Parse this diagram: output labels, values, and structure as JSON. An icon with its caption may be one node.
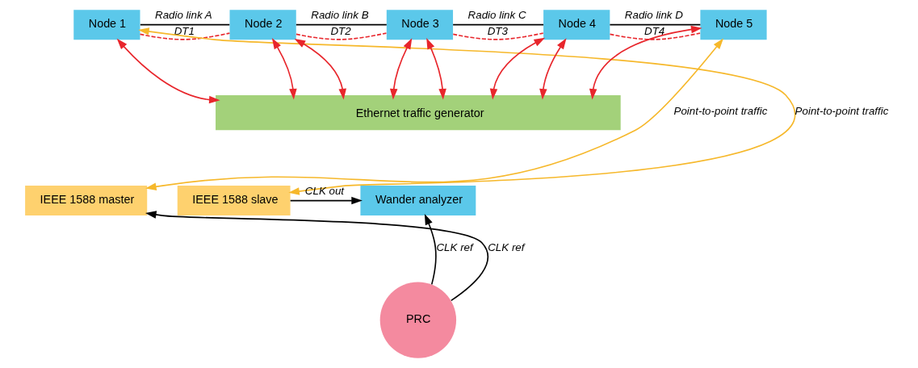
{
  "diagram": {
    "nodes": [
      {
        "text": [
          "Node 1"
        ]
      },
      {
        "text": [
          "Node 2"
        ]
      },
      {
        "text": [
          "Node 3"
        ]
      },
      {
        "text": [
          "Node 4"
        ]
      },
      {
        "text": [
          "Node 5"
        ]
      },
      {
        "text": [
          "Ethernet traffic generator"
        ]
      },
      {
        "text": [
          "IEEE 1588 slave"
        ]
      },
      {
        "text": [
          "Wander analyzer"
        ]
      },
      {
        "text": [
          "IEEE 1588 master"
        ]
      },
      {
        "text": [
          "PRC"
        ]
      }
    ],
    "edges": [
      {
        "from": 0,
        "to": 1,
        "arrow": "none",
        "label": "Radio link A",
        "color": "#000000"
      },
      {
        "from": 1,
        "to": 2,
        "arrow": "none",
        "label": "Radio link B",
        "color": "#000000"
      },
      {
        "from": 2,
        "to": 3,
        "arrow": "none",
        "label": "Radio link C",
        "color": "#000000"
      },
      {
        "from": 3,
        "to": 4,
        "arrow": "none",
        "label": "Radio link D",
        "color": "#000000"
      },
      {
        "from": 0,
        "to": 1,
        "arrow": "none",
        "label": "DT1",
        "style": "dashed"
      },
      {
        "from": 1,
        "to": 2,
        "arrow": "none",
        "label": "DT2",
        "style": "dashed"
      },
      {
        "from": 2,
        "to": 3,
        "arrow": "none",
        "label": "DT3",
        "style": "dashed"
      },
      {
        "from": 3,
        "to": 4,
        "arrow": "none",
        "label": "DT4",
        "style": "dashed"
      },
      {
        "from": 0,
        "to": 5,
        "arrow": "both"
      },
      {
        "from": 1,
        "to": 5,
        "arrow": "both"
      },
      {
        "from": 1,
        "to": 5,
        "arrow": "both"
      },
      {
        "from": 2,
        "to": 5,
        "arrow": "both"
      },
      {
        "from": 2,
        "to": 5,
        "arrow": "both"
      },
      {
        "from": 3,
        "to": 5,
        "arrow": "both"
      },
      {
        "from": 3,
        "to": 5,
        "arrow": "both"
      },
      {
        "from": 4,
        "to": 5,
        "arrow": "both"
      },
      {
        "from": 0,
        "to": 6,
        "arrow": "both",
        "label": "Point-to-point traffic",
        "color": "#f6b82b"
      },
      {
        "from": 4,
        "to": 8,
        "arrow": "both",
        "label": "Point-to-point traffic",
        "color": "#f6b82b"
      },
      {
        "from": 6,
        "to": 7,
        "arrow": "to",
        "label": "CLK out",
        "color": "#000000"
      },
      {
        "from": 9,
        "to": 7,
        "arrow": "to",
        "label": "CLK ref",
        "color": "#000000"
      },
      {
        "from": 9,
        "to": 8,
        "arrow": "to",
        "label": "CLK ref",
        "color": "#000000"
      }
    ]
  }
}
